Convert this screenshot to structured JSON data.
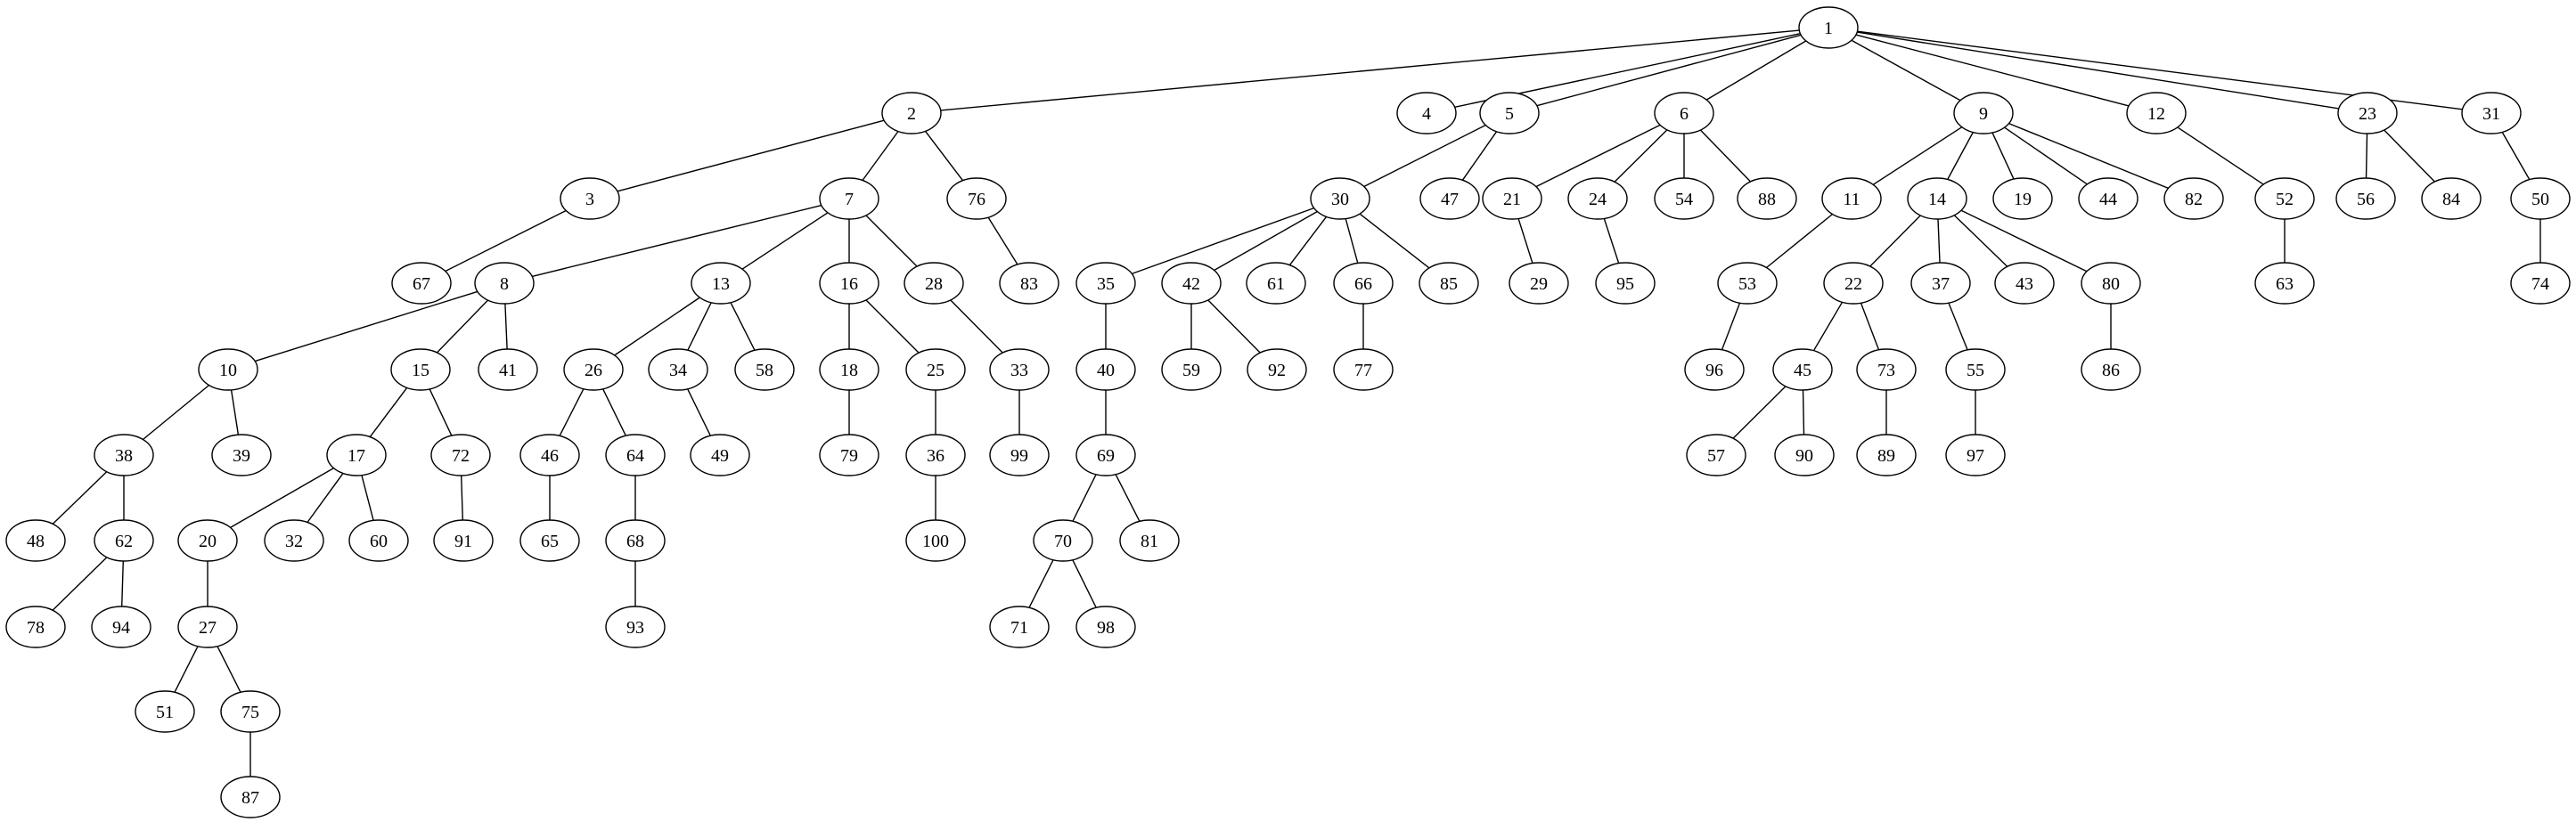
{
  "diagram": {
    "type": "tree",
    "root": "1",
    "children": {
      "1": [
        "2",
        "4",
        "5",
        "6",
        "9",
        "12",
        "23",
        "31"
      ],
      "2": [
        "3",
        "7",
        "76"
      ],
      "3": [
        "67"
      ],
      "5": [
        "30",
        "47"
      ],
      "6": [
        "21",
        "24",
        "54",
        "88"
      ],
      "7": [
        "8",
        "13",
        "16",
        "28"
      ],
      "8": [
        "10",
        "15",
        "41"
      ],
      "9": [
        "11",
        "14",
        "19",
        "44",
        "82"
      ],
      "10": [
        "38",
        "39"
      ],
      "11": [
        "53"
      ],
      "12": [
        "52"
      ],
      "13": [
        "26",
        "34",
        "58"
      ],
      "14": [
        "22",
        "37",
        "43",
        "80"
      ],
      "15": [
        "17",
        "72"
      ],
      "16": [
        "18",
        "25"
      ],
      "17": [
        "20",
        "32",
        "60"
      ],
      "18": [
        "79"
      ],
      "20": [
        "27"
      ],
      "21": [
        "29"
      ],
      "22": [
        "45",
        "73"
      ],
      "23": [
        "56",
        "84"
      ],
      "24": [
        "95"
      ],
      "25": [
        "36"
      ],
      "26": [
        "46",
        "64"
      ],
      "27": [
        "51",
        "75"
      ],
      "28": [
        "33"
      ],
      "30": [
        "35",
        "42",
        "61",
        "66",
        "85"
      ],
      "31": [
        "50"
      ],
      "33": [
        "99"
      ],
      "34": [
        "49"
      ],
      "35": [
        "40"
      ],
      "36": [
        "100"
      ],
      "37": [
        "55"
      ],
      "38": [
        "48",
        "62"
      ],
      "40": [
        "69"
      ],
      "42": [
        "59",
        "92"
      ],
      "45": [
        "57",
        "90"
      ],
      "46": [
        "65"
      ],
      "50": [
        "74"
      ],
      "52": [
        "63"
      ],
      "53": [
        "96"
      ],
      "55": [
        "97"
      ],
      "62": [
        "78",
        "94"
      ],
      "64": [
        "68"
      ],
      "66": [
        "77"
      ],
      "68": [
        "93"
      ],
      "69": [
        "70",
        "81"
      ],
      "70": [
        "71",
        "98"
      ],
      "72": [
        "91"
      ],
      "73": [
        "89"
      ],
      "75": [
        "87"
      ],
      "76": [
        "83"
      ],
      "80": [
        "86"
      ]
    }
  }
}
